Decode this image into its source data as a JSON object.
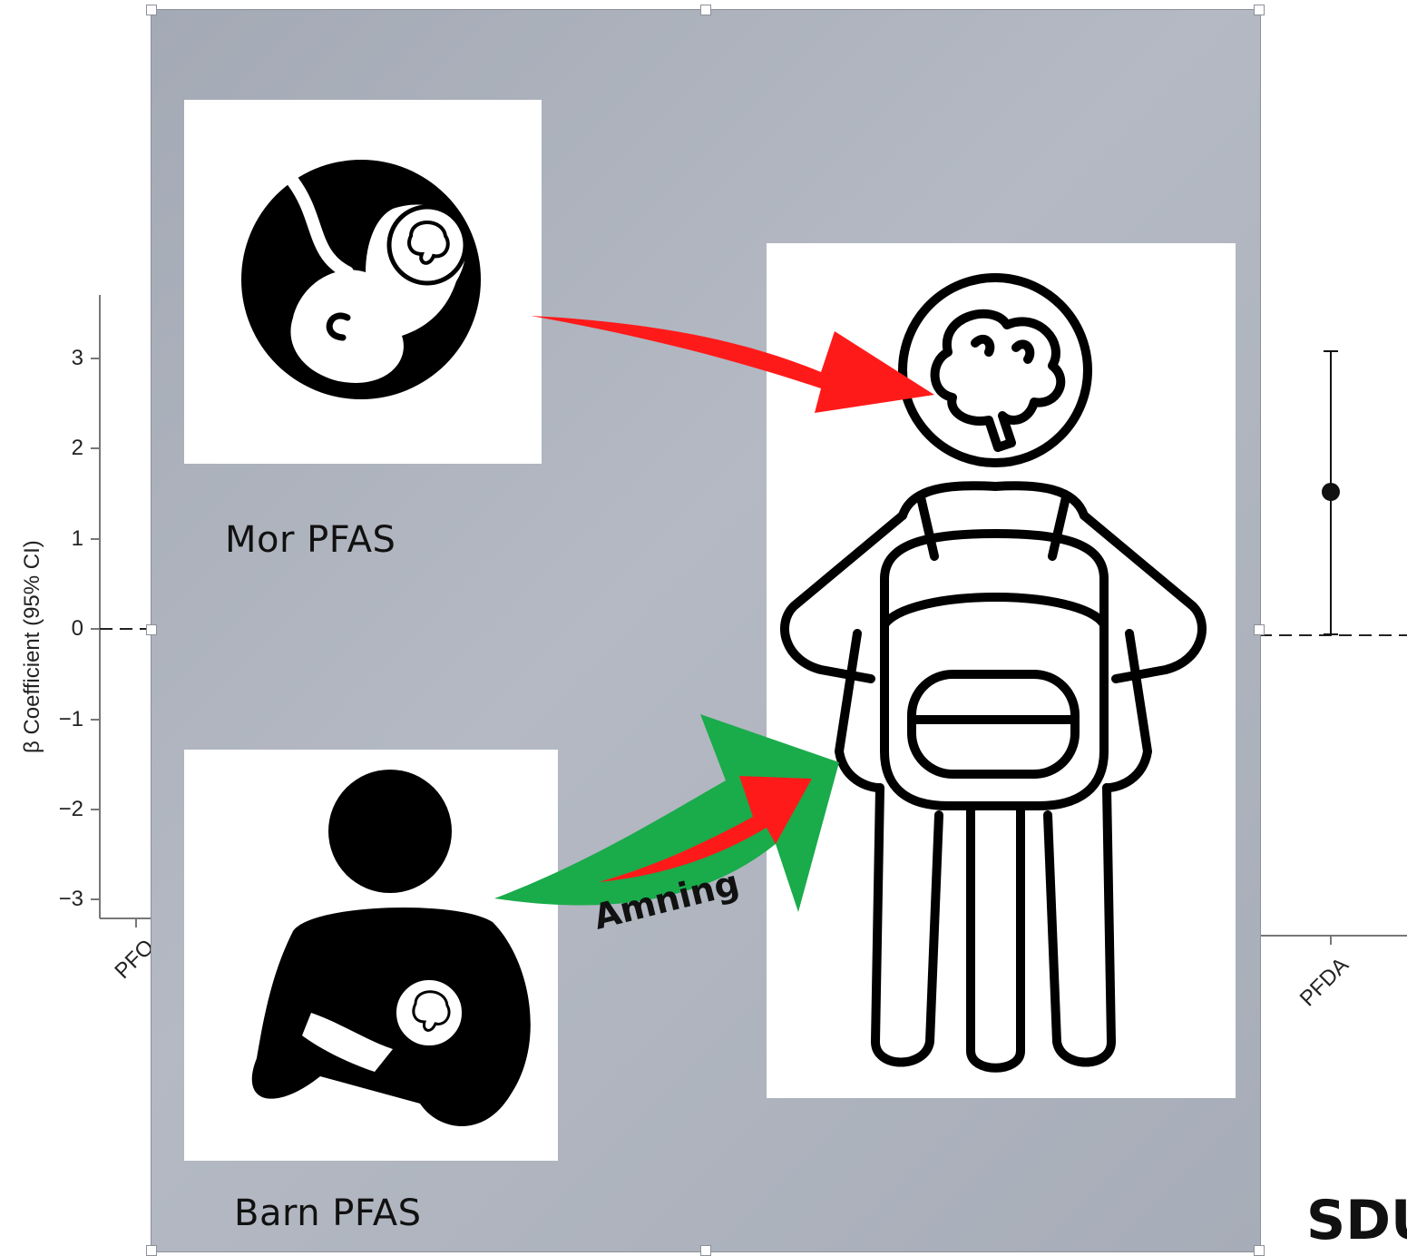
{
  "background_chart": {
    "ylabel": "β Coefficient (95% CI)",
    "yticks": [
      "3",
      "2",
      "1",
      "0",
      "−1",
      "−2",
      "−3"
    ],
    "xticks": [
      "PFO",
      "PFDA"
    ]
  },
  "labels": {
    "mother": "Mor PFAS",
    "child": "Barn PFAS",
    "breastfeeding": "Amning"
  },
  "logo": "SDU",
  "colors": {
    "red_arrow": "#ff1a1a",
    "green_arrow": "#1aab4b",
    "panel": "#a9afba"
  }
}
